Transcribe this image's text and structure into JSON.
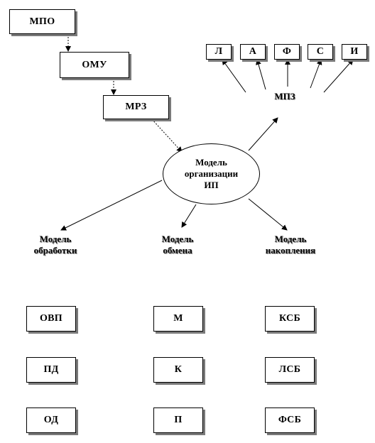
{
  "top_chain": {
    "mpo": "МПО",
    "omu": "ОМУ",
    "mrz": "МРЗ"
  },
  "center_model": {
    "line1": "Модель",
    "line2": "организации",
    "line3": "ИП"
  },
  "mpz": {
    "label": "МПЗ",
    "boxes": [
      "Л",
      "А",
      "Ф",
      "С",
      "И"
    ]
  },
  "submodels": {
    "processing": {
      "line1": "Модель",
      "line2": "обработки"
    },
    "exchange": {
      "line1": "Модель",
      "line2": "обмена"
    },
    "accumulation": {
      "line1": "Модель",
      "line2": "накопления"
    }
  },
  "grid": {
    "col1": [
      "ОВП",
      "ПД",
      "ОД"
    ],
    "col2": [
      "М",
      "К",
      "П"
    ],
    "col3": [
      "КСБ",
      "ЛСБ",
      "ФСБ"
    ]
  }
}
